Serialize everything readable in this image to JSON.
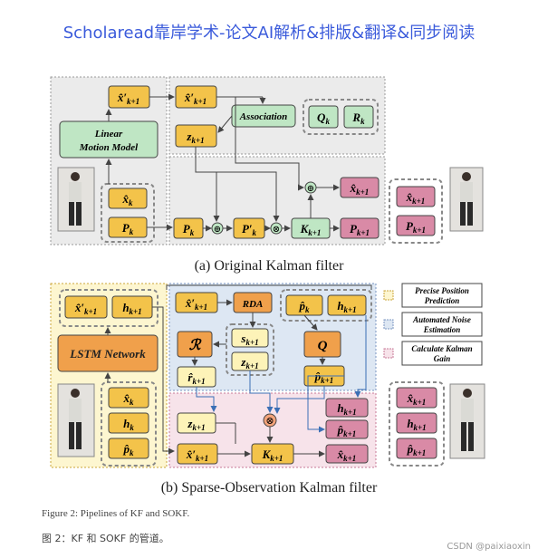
{
  "banner": "Scholaread靠岸学术-论文AI解析&排版&翻译&同步阅读",
  "fig_a": {
    "caption": "(a) Original Kalman filter",
    "x_hat_prime": "x̂′",
    "x_hat_prime_sub": "k+1",
    "linear_model": [
      "Linear",
      "Motion Model"
    ],
    "association": "Association",
    "z": "z",
    "z_sub": "k+1",
    "Q": "Q",
    "Q_sub": "k",
    "R": "R",
    "R_sub": "k",
    "x_hat": "x̂",
    "x_hat_sub": "k",
    "P": "P",
    "P_sub": "k",
    "P_prime": "P′",
    "P_prime_sub": "k",
    "K": "K",
    "K_sub": "k+1",
    "x_out": "x̂",
    "x_out_sub": "k+1",
    "P_out": "P",
    "P_out_sub": "k+1"
  },
  "fig_b": {
    "caption": "(b) Sparse-Observation Kalman filter",
    "lstm": "LSTM Network",
    "rda": "RDA",
    "h": "h",
    "h_sub": "k+1",
    "h_k_sub": "k",
    "p_hat": "p̂",
    "p_hat_sub": "k",
    "p_hat_next_sub": "k+1",
    "script_R": "ℛ",
    "script_Q": "Q",
    "s": "s",
    "s_sub": "k+1",
    "r_hat": "r̂",
    "r_hat_sub": "k+1",
    "legend": [
      {
        "label": [
          "Precise Position",
          "Prediction"
        ],
        "color": "#f2e6a0"
      },
      {
        "label": [
          "Automated Noise",
          "Estimation"
        ],
        "color": "#b9cde6"
      },
      {
        "label": [
          "Calculate Kalman",
          "Gain"
        ],
        "color": "#e6b3c4"
      }
    ]
  },
  "figure_caption": "Figure 2: Pipelines of KF and SOKF.",
  "chinese_caption": "图 2：KF 和 SOKF 的管道。",
  "watermark": "CSDN @paixiaoxin",
  "colors": {
    "orange_box": "#f3c34a",
    "green_box": "#bfe6c4",
    "pink_box": "#d98aa6",
    "light_yellow": "#fdf6d0",
    "light_blue": "#dde7f3",
    "light_pink": "#f7e3ea",
    "grey_bg": "#ebebeb"
  }
}
